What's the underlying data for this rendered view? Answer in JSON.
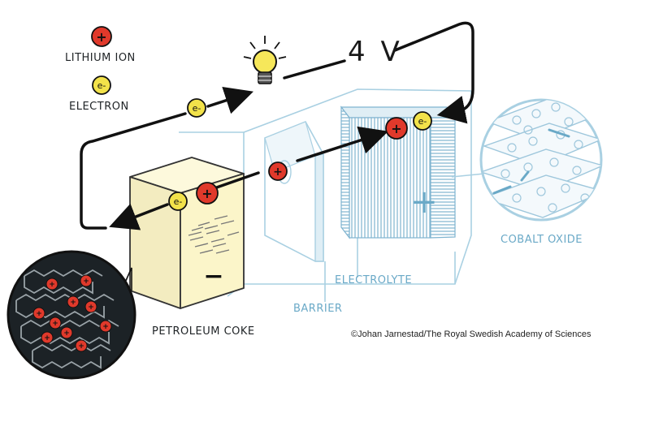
{
  "legend": {
    "lithium_ion": "LITHIUM ION",
    "electron": "ELECTRON"
  },
  "voltage": "4 V",
  "labels": {
    "cobalt_oxide": "COBALT OXIDE",
    "electrolyte": "ELECTROLYTE",
    "barrier": "BARRIER",
    "petroleum_coke": "PETROLEUM COKE"
  },
  "symbols": {
    "ion": "+",
    "electron": "e-",
    "negative": "−",
    "positive": "+"
  },
  "credit": "©Johan Jarnestad/The Royal Swedish Academy of Sciences",
  "colors": {
    "ion_red": "#e0392b",
    "electron_yellow": "#f2e24a",
    "anode_cream": "#fbf5c9",
    "cathode_blue": "#6aa9c7",
    "outline_blue": "#a9d0e2",
    "ink": "#1a1a1a",
    "inset_dark": "#1c2226"
  }
}
